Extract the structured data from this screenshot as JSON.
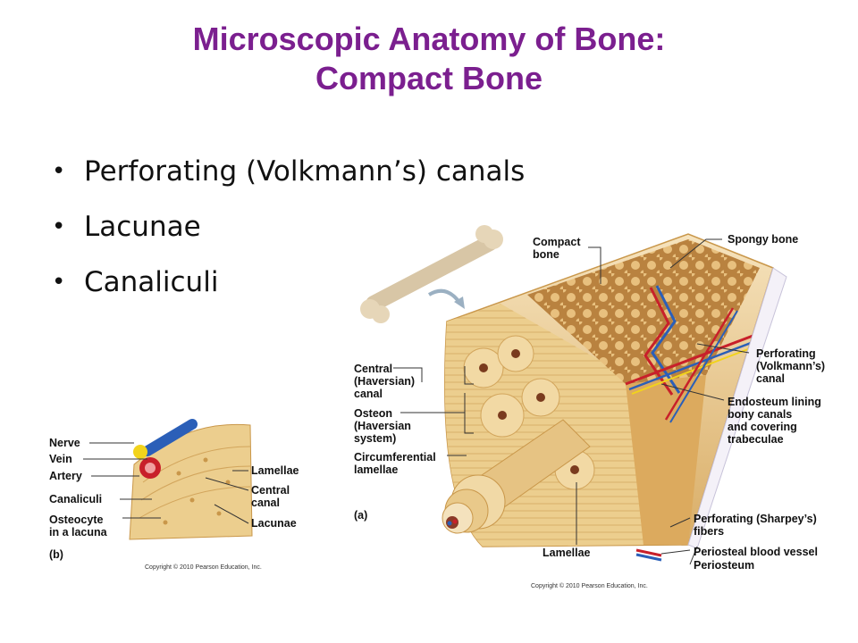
{
  "title": {
    "line1": "Microscopic Anatomy of Bone:",
    "line2": "Compact Bone"
  },
  "bullets": [
    "Perforating (Volkmann’s) canals",
    "Lacunae",
    "Canaliculi"
  ],
  "figure_a": {
    "panel_label": "(a)",
    "labels": {
      "compact_bone": "Compact\nbone",
      "spongy_bone": "Spongy bone",
      "central_canal": "Central\n(Haversian)\ncanal",
      "osteon": "Osteon\n(Haversian\nsystem)",
      "circumferential": "Circumferential\nlamellae",
      "perforating_volkmann": "Perforating\n(Volkmann’s)\ncanal",
      "endosteum": "Endosteum lining\nbony canals\nand covering\ntrabeculae",
      "perforating_sharpey": "Perforating (Sharpey’s)\nfibers",
      "periosteal_vessel": "Periosteal blood vessel",
      "periosteum": "Periosteum",
      "lamellae": "Lamellae"
    },
    "copyright": "Copyright © 2010 Pearson Education, Inc."
  },
  "figure_b": {
    "panel_label": "(b)",
    "labels": {
      "nerve": "Nerve",
      "vein": "Vein",
      "artery": "Artery",
      "canaliculi": "Canaliculi",
      "osteocyte": "Osteocyte\nin a lacuna",
      "lamellae": "Lamellae",
      "central_canal": "Central\ncanal",
      "lacunae": "Lacunae"
    },
    "copyright": "Copyright © 2010 Pearson Education, Inc."
  },
  "colors": {
    "title": "#7b1f8f",
    "bone": "#e9c98a",
    "bone_dark": "#c9974a",
    "artery": "#c8202a",
    "vein": "#2b5fb8",
    "nerve": "#f2d31b"
  }
}
